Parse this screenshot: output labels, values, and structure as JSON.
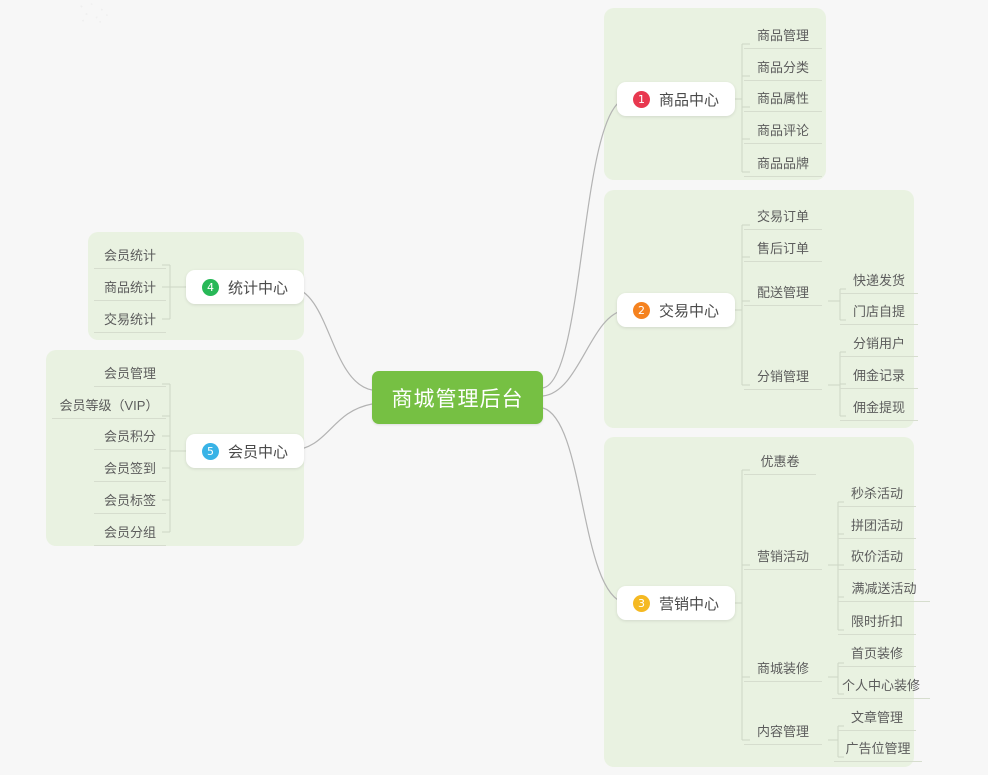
{
  "theme": {
    "page_background": "#f7f7f7",
    "panel_background": "#e9f2e1",
    "root_color": "#76c043",
    "link_color": "#b0b0b0",
    "node_text_color": "#5c5c5c"
  },
  "root": {
    "label": "商城管理后台"
  },
  "branches": [
    {
      "number": "1",
      "label": "商品中心",
      "badge_color": "#e8384f",
      "children": [
        {
          "label": "商品管理",
          "children": []
        },
        {
          "label": "商品分类",
          "children": []
        },
        {
          "label": "商品属性",
          "children": []
        },
        {
          "label": "商品评论",
          "children": []
        },
        {
          "label": "商品品牌",
          "children": []
        }
      ]
    },
    {
      "number": "2",
      "label": "交易中心",
      "badge_color": "#f5821f",
      "children": [
        {
          "label": "交易订单",
          "children": []
        },
        {
          "label": "售后订单",
          "children": []
        },
        {
          "label": "配送管理",
          "children": [
            {
              "label": "快递发货"
            },
            {
              "label": "门店自提"
            }
          ]
        },
        {
          "label": "分销管理",
          "children": [
            {
              "label": "分销用户"
            },
            {
              "label": "佣金记录"
            },
            {
              "label": "佣金提现"
            }
          ]
        }
      ]
    },
    {
      "number": "3",
      "label": "营销中心",
      "badge_color": "#f5b922",
      "children": [
        {
          "label": "优惠卷",
          "children": []
        },
        {
          "label": "营销活动",
          "children": [
            {
              "label": "秒杀活动"
            },
            {
              "label": "拼团活动"
            },
            {
              "label": "砍价活动"
            },
            {
              "label": "满减送活动"
            },
            {
              "label": "限时折扣"
            }
          ]
        },
        {
          "label": "商城装修",
          "children": [
            {
              "label": "首页装修"
            },
            {
              "label": "个人中心装修"
            }
          ]
        },
        {
          "label": "内容管理",
          "children": [
            {
              "label": "文章管理"
            },
            {
              "label": "广告位管理"
            }
          ]
        }
      ]
    },
    {
      "number": "4",
      "label": "统计中心",
      "badge_color": "#27b857",
      "children": [
        {
          "label": "会员统计",
          "children": []
        },
        {
          "label": "商品统计",
          "children": []
        },
        {
          "label": "交易统计",
          "children": []
        }
      ]
    },
    {
      "number": "5",
      "label": "会员中心",
      "badge_color": "#39b3e6",
      "children": [
        {
          "label": "会员管理",
          "children": []
        },
        {
          "label": "会员等级（VIP）",
          "children": []
        },
        {
          "label": "会员积分",
          "children": []
        },
        {
          "label": "会员签到",
          "children": []
        },
        {
          "label": "会员标签",
          "children": []
        },
        {
          "label": "会员分组",
          "children": []
        }
      ]
    }
  ]
}
